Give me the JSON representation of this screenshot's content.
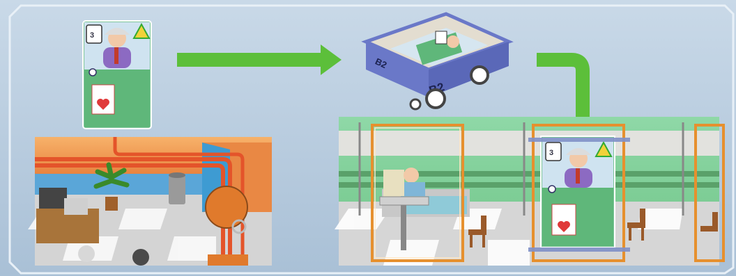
{
  "tray": {
    "label_front": "B2",
    "label_side": "B2"
  },
  "card": {
    "stars": "3",
    "icons": [
      "clipboard-icon",
      "hazard-icon",
      "heart-icon",
      "eye-icon"
    ]
  },
  "colors": {
    "background": "#b9cde0",
    "arrow": "#5cbf3a",
    "card_frame": "#e6902e",
    "tray": "#6a78c8"
  }
}
